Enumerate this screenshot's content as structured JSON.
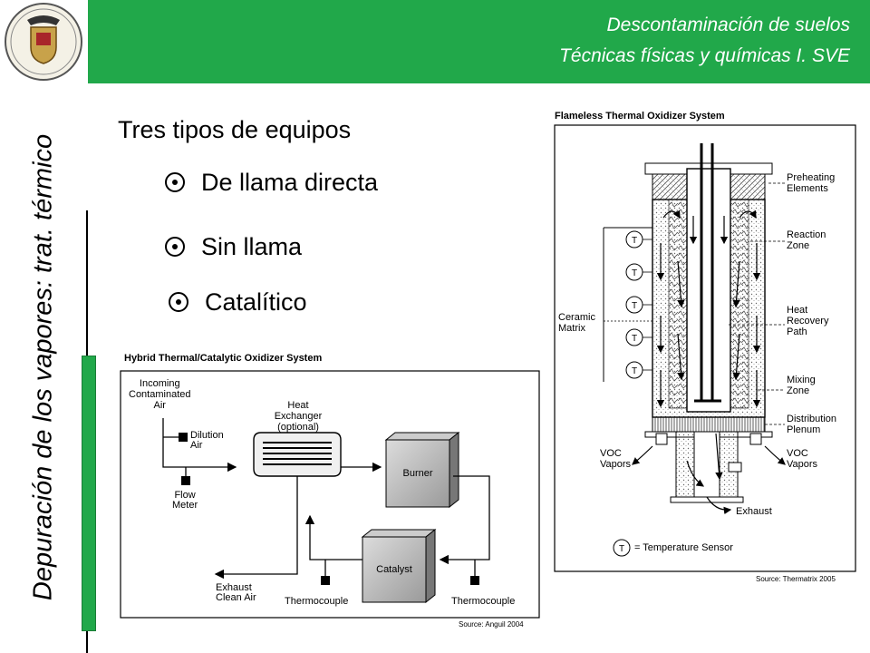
{
  "header": {
    "line1": "Descontaminación de suelos",
    "line2": "Técnicas físicas y químicas I.  SVE"
  },
  "side_title": "Depuración de los vapores: trat. térmico",
  "main": {
    "heading": "Tres tipos de equipos",
    "bullets": [
      "De llama directa",
      "Sin llama",
      "Catalítico"
    ]
  },
  "hybrid_figure": {
    "title": "Hybrid Thermal/Catalytic Oxidizer System",
    "incoming": [
      "Incoming",
      "Contaminated",
      "Air"
    ],
    "dilution": [
      "Dilution",
      "Air"
    ],
    "flow_meter": [
      "Flow",
      "Meter"
    ],
    "heat_exchanger": [
      "Heat",
      "Exchanger",
      "(optional)"
    ],
    "burner": "Burner",
    "catalyst": "Catalyst",
    "exhaust": [
      "Exhaust",
      "Clean Air"
    ],
    "thermocouple_left": "Thermocouple",
    "thermocouple_right": "Thermocouple",
    "source": "Source:  Anguil 2004"
  },
  "flameless_figure": {
    "title": "Flameless Thermal Oxidizer System",
    "preheating": [
      "Preheating",
      "Elements"
    ],
    "reaction": [
      "Reaction",
      "Zone"
    ],
    "heat_recovery": [
      "Heat",
      "Recovery",
      "Path"
    ],
    "mixing": [
      "Mixing",
      "Zone"
    ],
    "distribution": [
      "Distribution",
      "Plenum"
    ],
    "ceramic": [
      "Ceramic",
      "Matrix"
    ],
    "voc_left": [
      "VOC",
      "Vapors"
    ],
    "voc_right": [
      "VOC",
      "Vapors"
    ],
    "exhaust": "Exhaust",
    "sensor_symbol": "T",
    "legend": "= Temperature Sensor",
    "source": "Source:  Thermatrix 2005"
  },
  "colors": {
    "header_green": "#21a84a"
  }
}
